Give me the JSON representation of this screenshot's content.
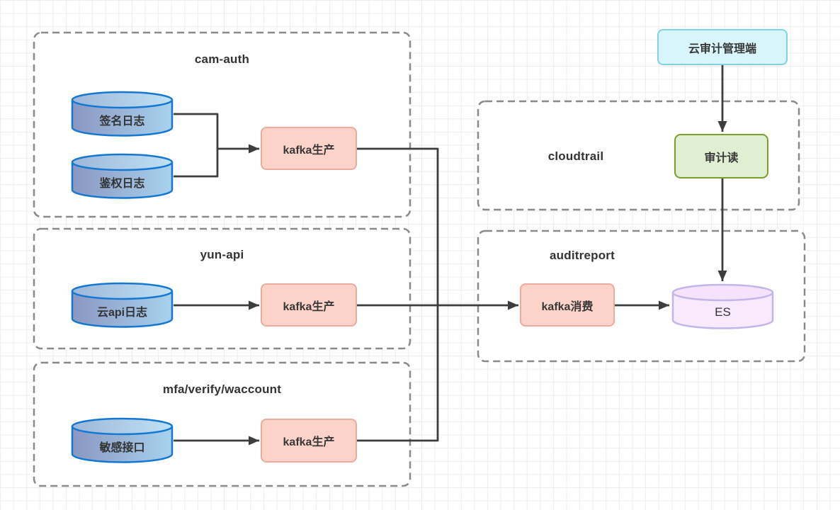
{
  "groups": {
    "cam_auth": {
      "title": "cam-auth"
    },
    "yun_api": {
      "title": "yun-api"
    },
    "mfa": {
      "title": "mfa/verify/waccount"
    },
    "cloudtrail": {
      "title": "cloudtrail"
    },
    "auditreport": {
      "title": "auditreport"
    }
  },
  "nodes": {
    "sign_log": {
      "label": "签名日志",
      "type": "database"
    },
    "auth_log": {
      "label": "鉴权日志",
      "type": "database"
    },
    "yunapi_log": {
      "label": "云api日志",
      "type": "database"
    },
    "sensitive_api": {
      "label": "敏感接口",
      "type": "database"
    },
    "kafka_producer_cam": {
      "label": "kafka生产",
      "type": "process"
    },
    "kafka_producer_yunapi": {
      "label": "kafka生产",
      "type": "process"
    },
    "kafka_producer_mfa": {
      "label": "kafka生产",
      "type": "process"
    },
    "kafka_consumer": {
      "label": "kafka消费",
      "type": "process"
    },
    "cloud_audit_console": {
      "label": "云审计管理端",
      "type": "terminal"
    },
    "audit_read": {
      "label": "审计读",
      "type": "process"
    },
    "es": {
      "label": "ES",
      "type": "database"
    }
  },
  "edges": [
    {
      "from": "签名日志",
      "to": "kafka生产 (cam-auth)"
    },
    {
      "from": "鉴权日志",
      "to": "kafka生产 (cam-auth)"
    },
    {
      "from": "kafka生产 (cam-auth)",
      "to": "kafka消费"
    },
    {
      "from": "云api日志",
      "to": "kafka生产 (yun-api)"
    },
    {
      "from": "kafka生产 (yun-api)",
      "to": "kafka消费"
    },
    {
      "from": "敏感接口",
      "to": "kafka生产 (mfa/verify/waccount)"
    },
    {
      "from": "kafka生产 (mfa/verify/waccount)",
      "to": "kafka消费"
    },
    {
      "from": "kafka消费",
      "to": "ES"
    },
    {
      "from": "云审计管理端",
      "to": "审计读"
    },
    {
      "from": "审计读",
      "to": "ES"
    }
  ],
  "colors": {
    "edge": "#3d3d3d",
    "group_border": "#8a8a8a",
    "kafka_fill": "#fcd3c9",
    "kafka_border": "#edaa9e",
    "green_fill": "#e0eed2",
    "green_border": "#7c9e2d",
    "cyan_fill": "#d8f5fb",
    "cyan_border": "#7ed3e4",
    "es_fill": "#f9e9fc",
    "es_border": "#c2b6e9",
    "db_border": "#1478d2"
  }
}
